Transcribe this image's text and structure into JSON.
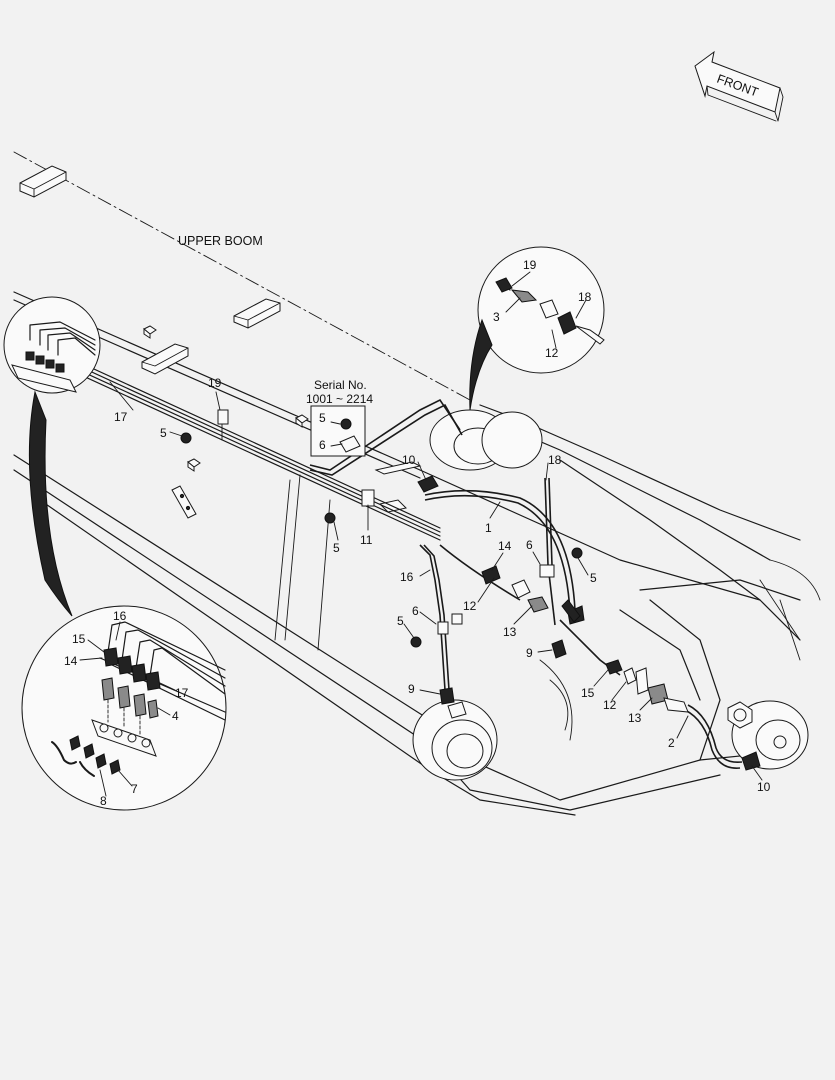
{
  "labels": {
    "upper_boom": "UPPER BOOM",
    "front": "FRONT",
    "serial_title": "Serial No.",
    "serial_range": "1001 ~ 2214"
  },
  "callouts": {
    "c1": "1",
    "c2": "2",
    "c3": "3",
    "c4": "4",
    "c5a": "5",
    "c5b": "5",
    "c5c": "5",
    "c5d": "5",
    "c5e": "5",
    "c6a": "6",
    "c6b": "6",
    "c6c": "6",
    "c7": "7",
    "c8": "8",
    "c9a": "9",
    "c9b": "9",
    "c10a": "10",
    "c10b": "10",
    "c11": "11",
    "c12a": "12",
    "c12b": "12",
    "c12c": "12",
    "c13a": "13",
    "c13b": "13",
    "c14a": "14",
    "c14b": "14",
    "c15a": "15",
    "c15b": "15",
    "c16a": "16",
    "c16b": "16",
    "c17a": "17",
    "c17b": "17",
    "c18a": "18",
    "c18b": "18",
    "c19a": "19",
    "c19b": "19"
  }
}
